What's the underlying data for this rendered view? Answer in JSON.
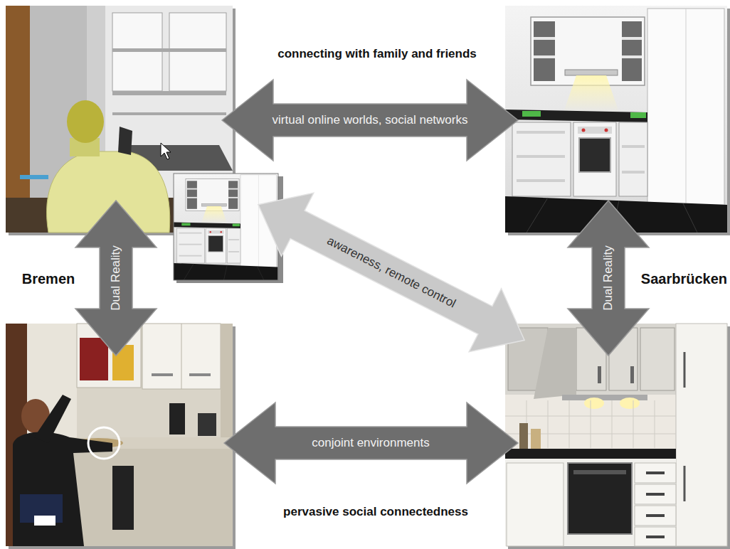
{
  "diagram": {
    "nodes": [
      {
        "text": [
          "virtual online worlds, social networks"
        ]
      },
      {
        "text": [
          "Dual Reality"
        ]
      },
      {
        "text": [
          "awareness, remote control"
        ]
      },
      {
        "text": [
          "Dual Reality"
        ]
      },
      {
        "text": [
          "conjoint environments"
        ]
      }
    ],
    "labels": [
      "connecting with family and friends",
      "Bremen",
      "Saarbrücken",
      "pervasive social connectedness"
    ]
  }
}
